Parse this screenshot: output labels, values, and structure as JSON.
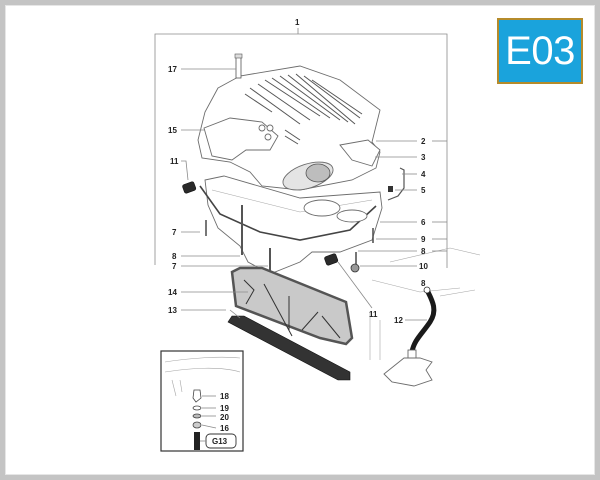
{
  "badge": {
    "code": "E03",
    "background": "#1aa3dc",
    "border": "#b58b2b"
  },
  "frame": {
    "border_color": "#c4c4c4"
  },
  "callouts": [
    {
      "id": "1",
      "label": "1"
    },
    {
      "id": "2",
      "label": "2"
    },
    {
      "id": "3",
      "label": "3"
    },
    {
      "id": "4",
      "label": "4"
    },
    {
      "id": "5",
      "label": "5"
    },
    {
      "id": "6",
      "label": "6"
    },
    {
      "id": "7a",
      "label": "7"
    },
    {
      "id": "7b",
      "label": "7"
    },
    {
      "id": "8a",
      "label": "8"
    },
    {
      "id": "8b",
      "label": "8"
    },
    {
      "id": "8c",
      "label": "8"
    },
    {
      "id": "9",
      "label": "9"
    },
    {
      "id": "10",
      "label": "10"
    },
    {
      "id": "11a",
      "label": "11"
    },
    {
      "id": "11b",
      "label": "11"
    },
    {
      "id": "12",
      "label": "12"
    },
    {
      "id": "13",
      "label": "13"
    },
    {
      "id": "14",
      "label": "14"
    },
    {
      "id": "15",
      "label": "15"
    },
    {
      "id": "16",
      "label": "16"
    },
    {
      "id": "17",
      "label": "17"
    },
    {
      "id": "18",
      "label": "18"
    },
    {
      "id": "19",
      "label": "19"
    },
    {
      "id": "20",
      "label": "20"
    }
  ],
  "detail_inset": {
    "ref_tag": "G13"
  }
}
